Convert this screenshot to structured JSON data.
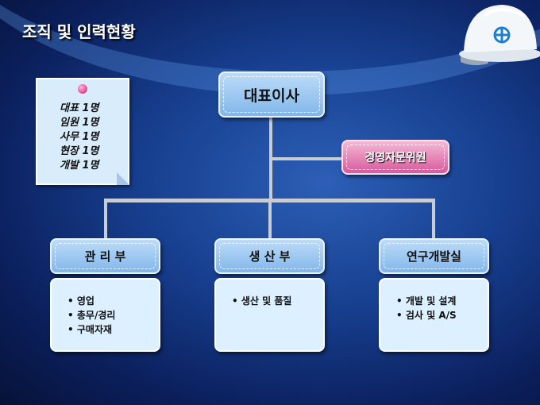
{
  "title": "조직 및 인력현황",
  "staff_note": [
    "대표 1명",
    "임원 1명",
    "사무 1명",
    "현장 1명",
    "개발 1명"
  ],
  "ceo": "대표이사",
  "advisory": "경영자문위원",
  "departments": [
    {
      "name": "관 리 부",
      "duties": [
        "영업",
        "총무/경리",
        "구매자재"
      ]
    },
    {
      "name": "생 산 부",
      "duties": [
        "생산 및 품질"
      ]
    },
    {
      "name": "연구개발실",
      "duties": [
        "개발 및 설계",
        "검사 및 A/S"
      ]
    }
  ]
}
